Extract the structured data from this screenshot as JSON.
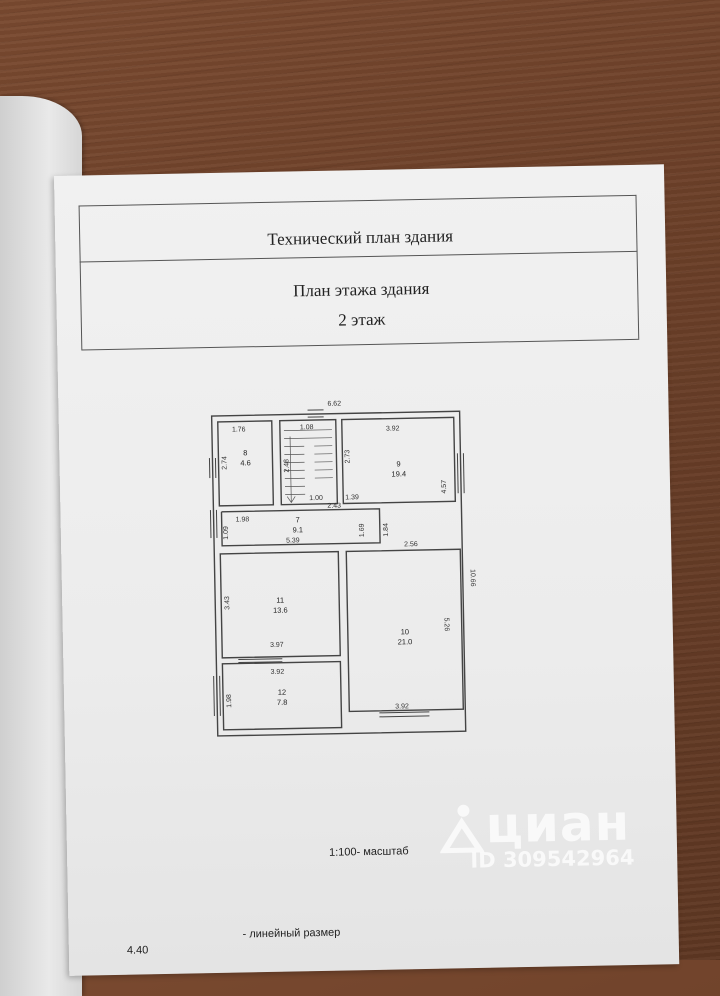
{
  "document": {
    "header": "Технический план здания",
    "section_title": "План этажа здания",
    "floor": "2 этаж"
  },
  "floor_plan": {
    "overall_width": "6.62",
    "overall_height": "10.66",
    "rooms": [
      {
        "id": "8",
        "area": "4.6",
        "dims": [
          "1.76",
          "2.74"
        ]
      },
      {
        "id": "9",
        "area": "19.4",
        "dims": [
          "3.92",
          "2.73",
          "4.57"
        ]
      },
      {
        "id": "7",
        "area": "9.1",
        "dims": [
          "1.98",
          "2.43",
          "1.09",
          "1.69",
          "1.84",
          "5.39"
        ]
      },
      {
        "id": "11",
        "area": "13.6",
        "dims": [
          "3.43",
          "3.97"
        ]
      },
      {
        "id": "10",
        "area": "21.0",
        "dims": [
          "2.56",
          "5.26",
          "3.92"
        ]
      },
      {
        "id": "12",
        "area": "7.8",
        "dims": [
          "3.92",
          "1.98"
        ]
      }
    ],
    "stair_dims": [
      "1.08",
      "1.00",
      "2.48",
      "1.39"
    ]
  },
  "footer": {
    "scale_label": "1:100- масштаб",
    "linear_label": "- линейный размер",
    "linear_value": "4.40"
  },
  "watermark": {
    "brand": "циан",
    "listing_id": "ID 309542964"
  }
}
